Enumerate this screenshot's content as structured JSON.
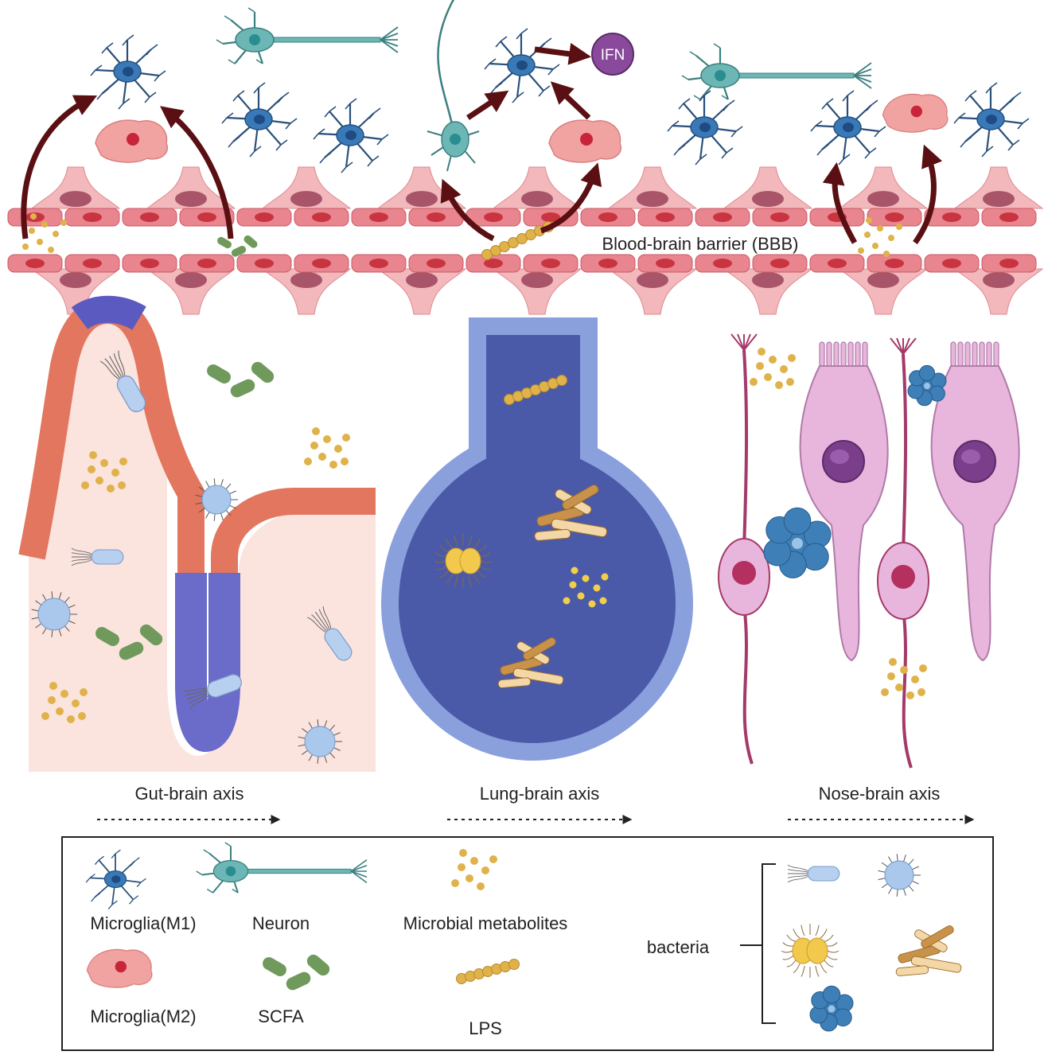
{
  "labels": {
    "bbb": "Blood-brain barrier (BBB)",
    "ifn": "IFN",
    "gut_axis": "Gut-brain axis",
    "lung_axis": "Lung-brain axis",
    "nose_axis": "Nose-brain axis"
  },
  "legend": {
    "microglia_m1": "Microglia(M1)",
    "neuron": "Neuron",
    "microbial_metabolites": "Microbial metabolites",
    "microglia_m2": "Microglia(M2)",
    "scfa": "SCFA",
    "lps": "LPS",
    "bacteria": "bacteria"
  },
  "colors": {
    "endothelium": "#e9858f",
    "endothelium_nucleus": "#c8343f",
    "astrocyte": "#f2b8bc",
    "microglia_m1": "#3a79b8",
    "microglia_m2": "#f1a3a2",
    "neuron": "#6cb7b5",
    "arrow": "#5a0f12",
    "ifn": "#8a4a9c",
    "metabolite": "#e0b24a",
    "scfa": "#6f9a5c",
    "gut_epithelium": "#e2765f",
    "gut_crypt": "#6b6bc9",
    "lung": "#4b5aa8",
    "nose_cell": "#e8b6dc"
  }
}
